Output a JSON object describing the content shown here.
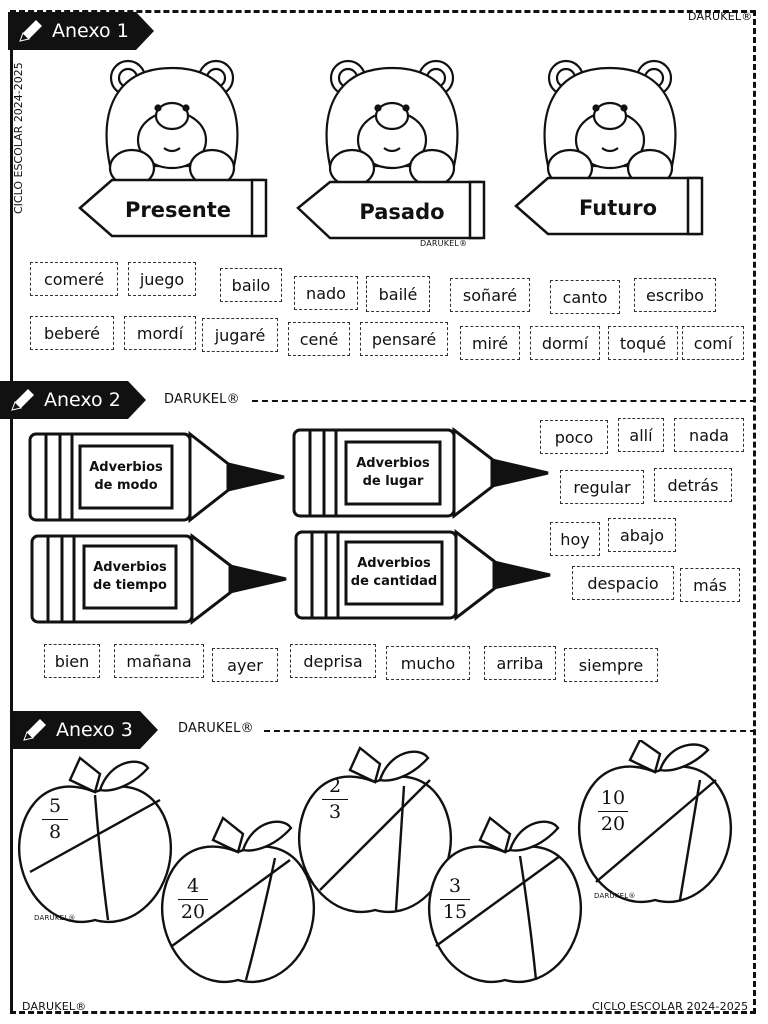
{
  "brand": "DARUKEL®",
  "school_year": "CICLO ESCOLAR 2024-2025",
  "annex1": {
    "title": "Anexo 1",
    "bears": [
      "Presente",
      "Pasado",
      "Futuro"
    ],
    "words": [
      "comeré",
      "juego",
      "bailo",
      "nado",
      "bailé",
      "soñaré",
      "canto",
      "escribo",
      "beberé",
      "mordí",
      "jugaré",
      "cené",
      "pensaré",
      "miré",
      "dormí",
      "toqué",
      "comí"
    ]
  },
  "annex2": {
    "title": "Anexo 2",
    "pencils": [
      "Adverbios de modo",
      "Adverbios de lugar",
      "Adverbios de tiempo",
      "Adverbios de cantidad"
    ],
    "words": [
      "poco",
      "allí",
      "nada",
      "regular",
      "detrás",
      "hoy",
      "abajo",
      "despacio",
      "más",
      "bien",
      "mañana",
      "ayer",
      "deprisa",
      "mucho",
      "arriba",
      "siempre"
    ]
  },
  "annex3": {
    "title": "Anexo 3",
    "fractions": [
      {
        "num": "5",
        "den": "8"
      },
      {
        "num": "4",
        "den": "20"
      },
      {
        "num": "2",
        "den": "3"
      },
      {
        "num": "3",
        "den": "15"
      },
      {
        "num": "10",
        "den": "20"
      }
    ]
  }
}
